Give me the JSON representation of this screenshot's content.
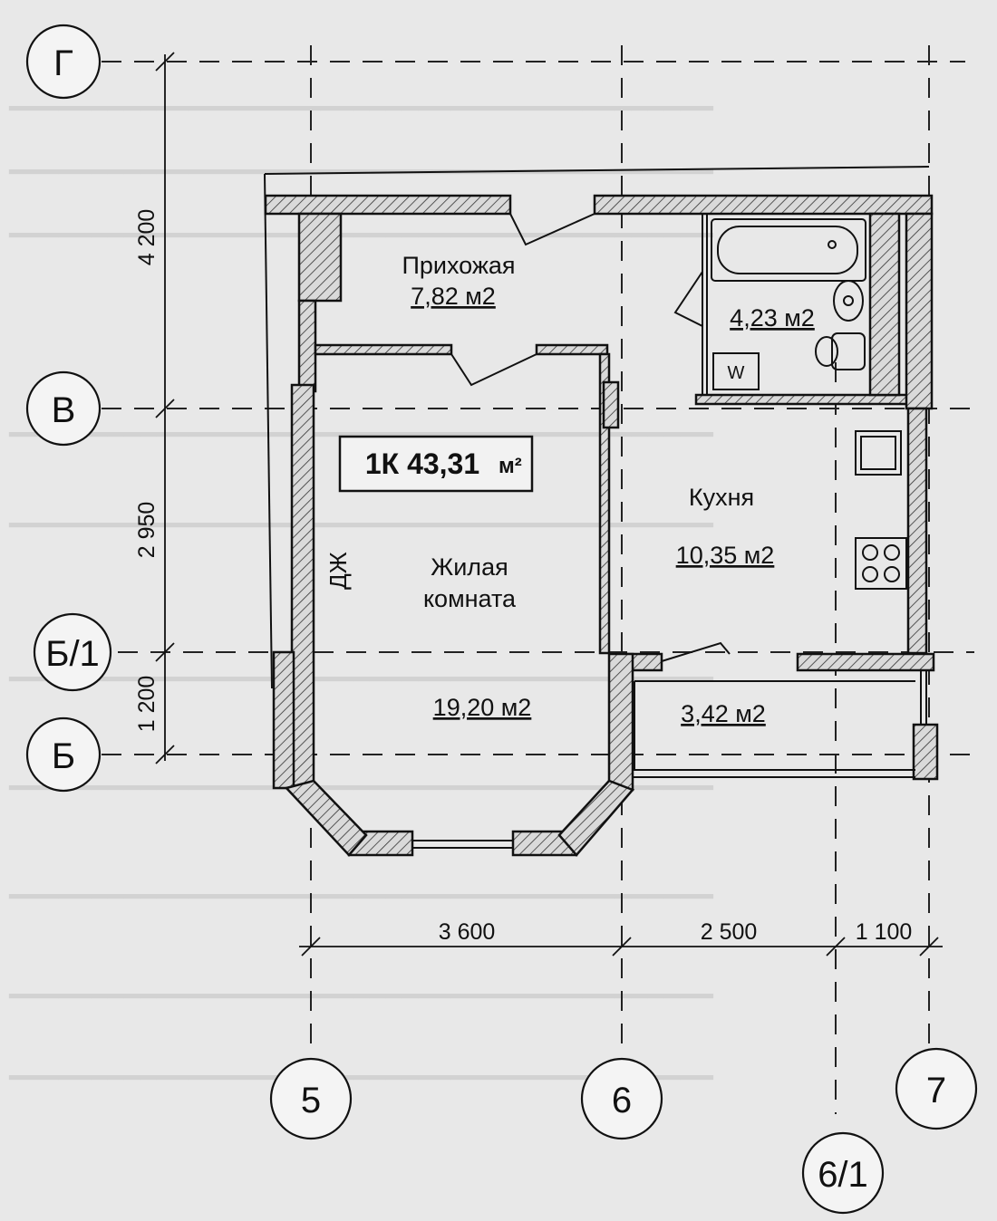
{
  "axes": {
    "G": "Г",
    "V": "В",
    "B1": "Б/1",
    "B": "Б",
    "a5": "5",
    "a6": "6",
    "a61": "6/1",
    "a7": "7"
  },
  "rooms": {
    "hall": {
      "name": "Прихожая",
      "area": "7,82 м2"
    },
    "bathroom": {
      "area": "4,23 м2"
    },
    "kitchen": {
      "name": "Кухня",
      "area": "10,35 м2"
    },
    "living": {
      "name_line1": "Жилая",
      "name_line2": "комната",
      "area": "19,20 м2"
    },
    "balcony": {
      "area": "3,42 м2"
    }
  },
  "apartment": {
    "code": "1К 43,31",
    "unit": "м²"
  },
  "shaft_label": "ДЖ",
  "dimensions": {
    "vertical": [
      "4 200",
      "2 950",
      "1 200"
    ],
    "horizontal": [
      "3 600",
      "2 500",
      "1 100"
    ]
  },
  "washer_label": "W"
}
